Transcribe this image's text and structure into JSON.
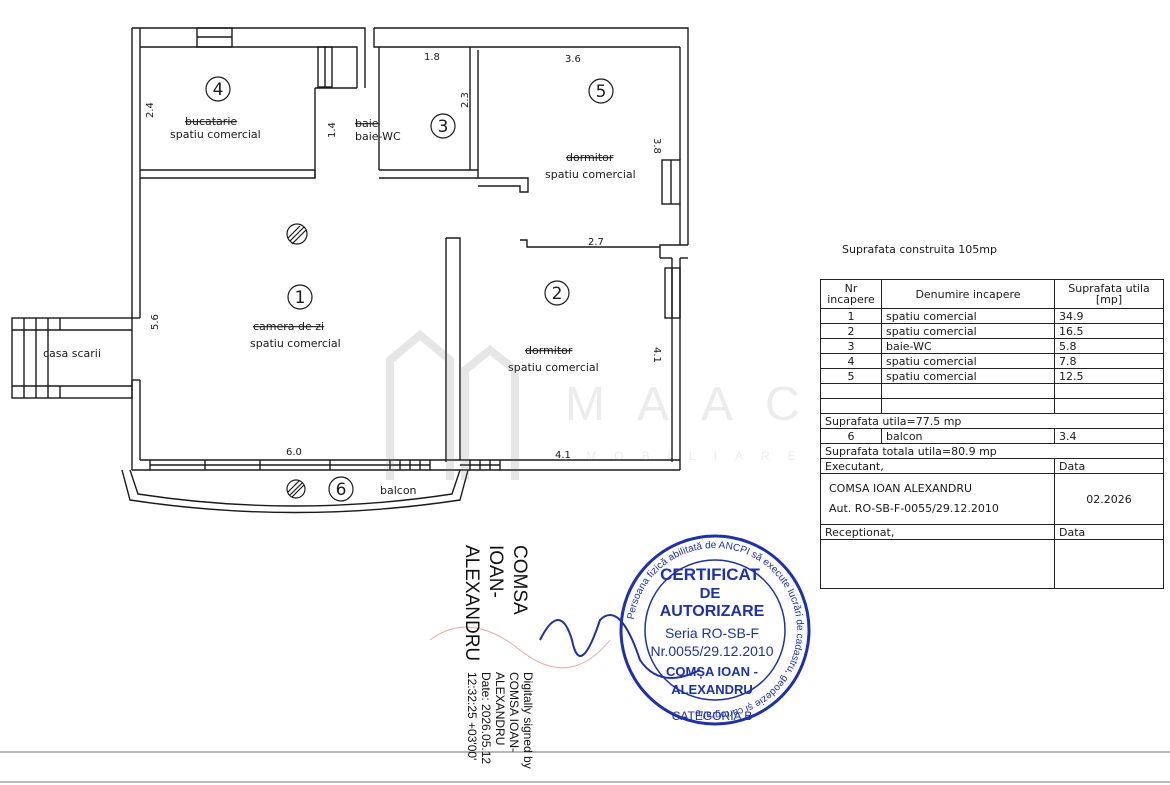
{
  "rooms": [
    {
      "number": "1",
      "old_name": "camera de zi",
      "new_name": "spatiu comercial"
    },
    {
      "number": "2",
      "old_name": "dormitor",
      "new_name": "spatiu comercial"
    },
    {
      "number": "3",
      "old_name": "baie",
      "new_name": "baie-WC"
    },
    {
      "number": "4",
      "old_name": "bucatarie",
      "new_name": "spatiu comercial"
    },
    {
      "number": "5",
      "old_name": "dormitor",
      "new_name": "spatiu comercial"
    },
    {
      "number": "6",
      "new_name": "balcon"
    }
  ],
  "dimensions": [
    "2.4",
    "1.8",
    "2.3",
    "1.4",
    "3.6",
    "3.8",
    "2.7",
    "5.6",
    "4.1",
    "6.0",
    "4.1"
  ],
  "stair_label": "casa scarii",
  "built_area": "Suprafata construita 105mp",
  "watermark": {
    "brand": "MAAC",
    "sub": "IMOBILIARE"
  },
  "table": {
    "header": {
      "nr": "Nr incapere",
      "name": "Denumire incapere",
      "area": "Suprafata utila [mp]"
    },
    "rows": [
      {
        "nr": "1",
        "name": "spatiu comercial",
        "area": "34.9"
      },
      {
        "nr": "2",
        "name": "spatiu comercial",
        "area": "16.5"
      },
      {
        "nr": "3",
        "name": "baie-WC",
        "area": "5.8"
      },
      {
        "nr": "4",
        "name": "spatiu comercial",
        "area": "7.8"
      },
      {
        "nr": "5",
        "name": "spatiu comercial",
        "area": "12.5"
      }
    ],
    "useful_total": "Suprafata utila=77.5   mp",
    "balcony": {
      "nr": "6",
      "name": "balcon",
      "area": "3.4"
    },
    "grand_total": "Suprafata totala utila=80.9   mp",
    "executant_label": "Executant,",
    "date_label": "Data",
    "executant_name": "COMSA IOAN ALEXANDRU",
    "authorization": "Aut. RO-SB-F-0055/29.12.2010",
    "date_value": "02.2026",
    "receptionat_label": "Receptionat,",
    "date_label2": "Data"
  },
  "stamp": {
    "title1": "CERTIFICAT",
    "title2": "DE",
    "title3": "AUTORIZARE",
    "series": "Seria RO-SB-F",
    "number": "Nr.0055/29.12.2010",
    "name1": "COMȘA IOAN -",
    "name2": "ALEXANDRU",
    "category": "CATEGORIA B",
    "ring_text": "Persoana fizică abilitată de ANCPI să execute lucrări de cadastru, geodezie și cartografie"
  },
  "signature": {
    "name_line1": "COMSA",
    "name_line2": "IOAN-",
    "name_line3": "ALEXANDRU",
    "meta1": "Digitally signed by",
    "meta2": "COMSA IOAN-",
    "meta3": "ALEXANDRU",
    "meta4": "Date: 2026.05.12",
    "meta5": "12:32:25 +03'00'"
  },
  "colors": {
    "ink": "#1a1a1a",
    "stamp": "#1d2fb3"
  }
}
